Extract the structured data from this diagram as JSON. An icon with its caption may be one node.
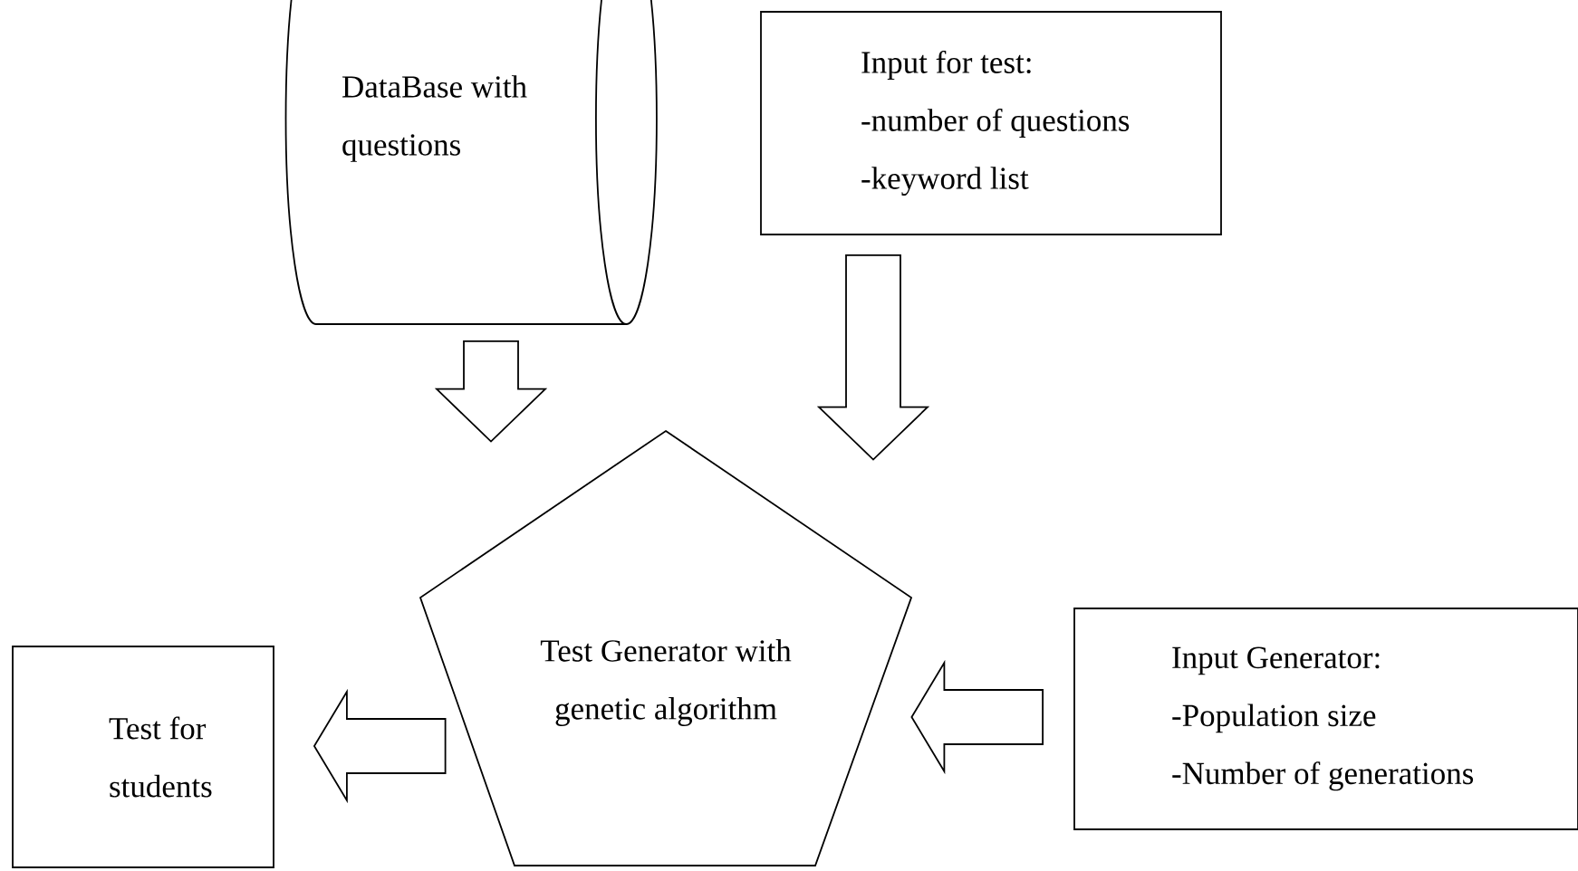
{
  "diagram": {
    "nodes": [
      {
        "text": [
          "DataBase with questions"
        ]
      },
      {
        "text": [
          "Input for test:",
          "-number of questions",
          "-keyword list"
        ]
      },
      {
        "text": [
          "Test Generator with genetic algorithm"
        ]
      },
      {
        "text": [
          "Test for students"
        ]
      },
      {
        "text": [
          "Input Generator:",
          "-Population size",
          "-Number of generations"
        ]
      }
    ],
    "edges": [
      {
        "from": 0,
        "to": 2,
        "arrow": "to"
      },
      {
        "from": 1,
        "to": 2,
        "arrow": "to"
      },
      {
        "from": 4,
        "to": 2,
        "arrow": "to"
      },
      {
        "from": 2,
        "to": 3,
        "arrow": "to"
      }
    ]
  }
}
